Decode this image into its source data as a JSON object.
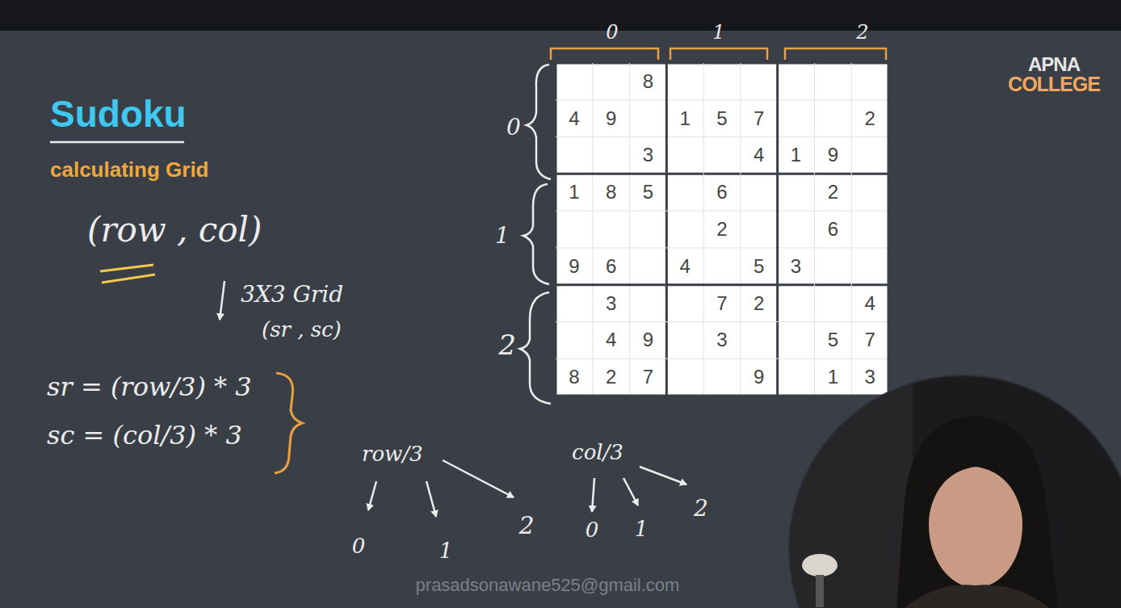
{
  "diagram": {
    "title": "Sudoku",
    "labels": [
      "calculating Grid",
      "(row , col)",
      "3X3 Grid",
      "(sr , sc)",
      "sr = (row/3) * 3",
      "sc = (col/3) * 3",
      "row/3",
      "0",
      "1",
      "2",
      "col/3",
      "0",
      "1",
      "2",
      "0",
      "1",
      "2",
      "0",
      "1",
      "2",
      "8",
      "4",
      "9",
      "1",
      "5",
      "7",
      "2",
      "3",
      "4",
      "1",
      "9",
      "1",
      "8",
      "5",
      "6",
      "2",
      "2",
      "6",
      "9",
      "6",
      "4",
      "5",
      "3",
      "3",
      "7",
      "2",
      "4",
      "4",
      "9",
      "3",
      "5",
      "7",
      "8",
      "2",
      "7",
      "9",
      "1",
      "3",
      "APNA",
      "COLLEGE",
      "prasadsonawane525@gmail.com"
    ]
  }
}
